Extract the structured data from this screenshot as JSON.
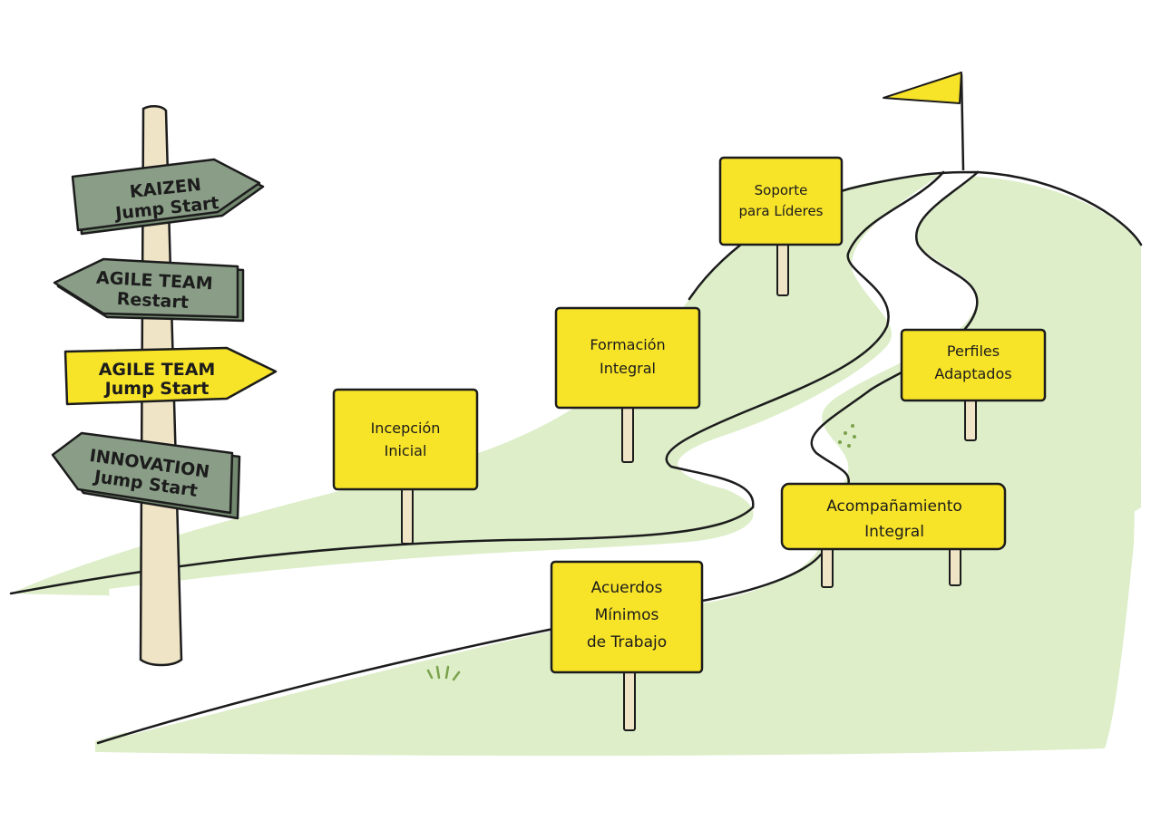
{
  "signpost": {
    "arrows": [
      {
        "line1": "KAIZEN",
        "line2": "Jump Start",
        "color": "#8a9e87"
      },
      {
        "line1": "AGILE TEAM",
        "line2": "Restart",
        "color": "#8a9e87"
      },
      {
        "line1": "AGILE TEAM",
        "line2": "Jump Start",
        "color": "#f7e328"
      },
      {
        "line1": "INNOVATION",
        "line2": "Jump Start",
        "color": "#8a9e87"
      }
    ]
  },
  "signs": {
    "soporte": {
      "line1": "Soporte",
      "line2": "para Líderes"
    },
    "formacion": {
      "line1": "Formación",
      "line2": "Integral"
    },
    "perfiles": {
      "line1": "Perfiles",
      "line2": "Adaptados"
    },
    "incepcion": {
      "line1": "Incepción",
      "line2": "Inicial"
    },
    "acompanamiento": {
      "line1": "Acompañamiento",
      "line2": "Integral"
    },
    "acuerdos": {
      "line1": "Acuerdos",
      "line2": "Mínimos",
      "line3": "de Trabajo"
    }
  },
  "colors": {
    "sign_yellow": "#f7e328",
    "arrow_gray_green": "#8a9e87",
    "hill_green": "#ddeec9",
    "post_wood": "#efe4c6",
    "outline": "#1c1c1c"
  }
}
